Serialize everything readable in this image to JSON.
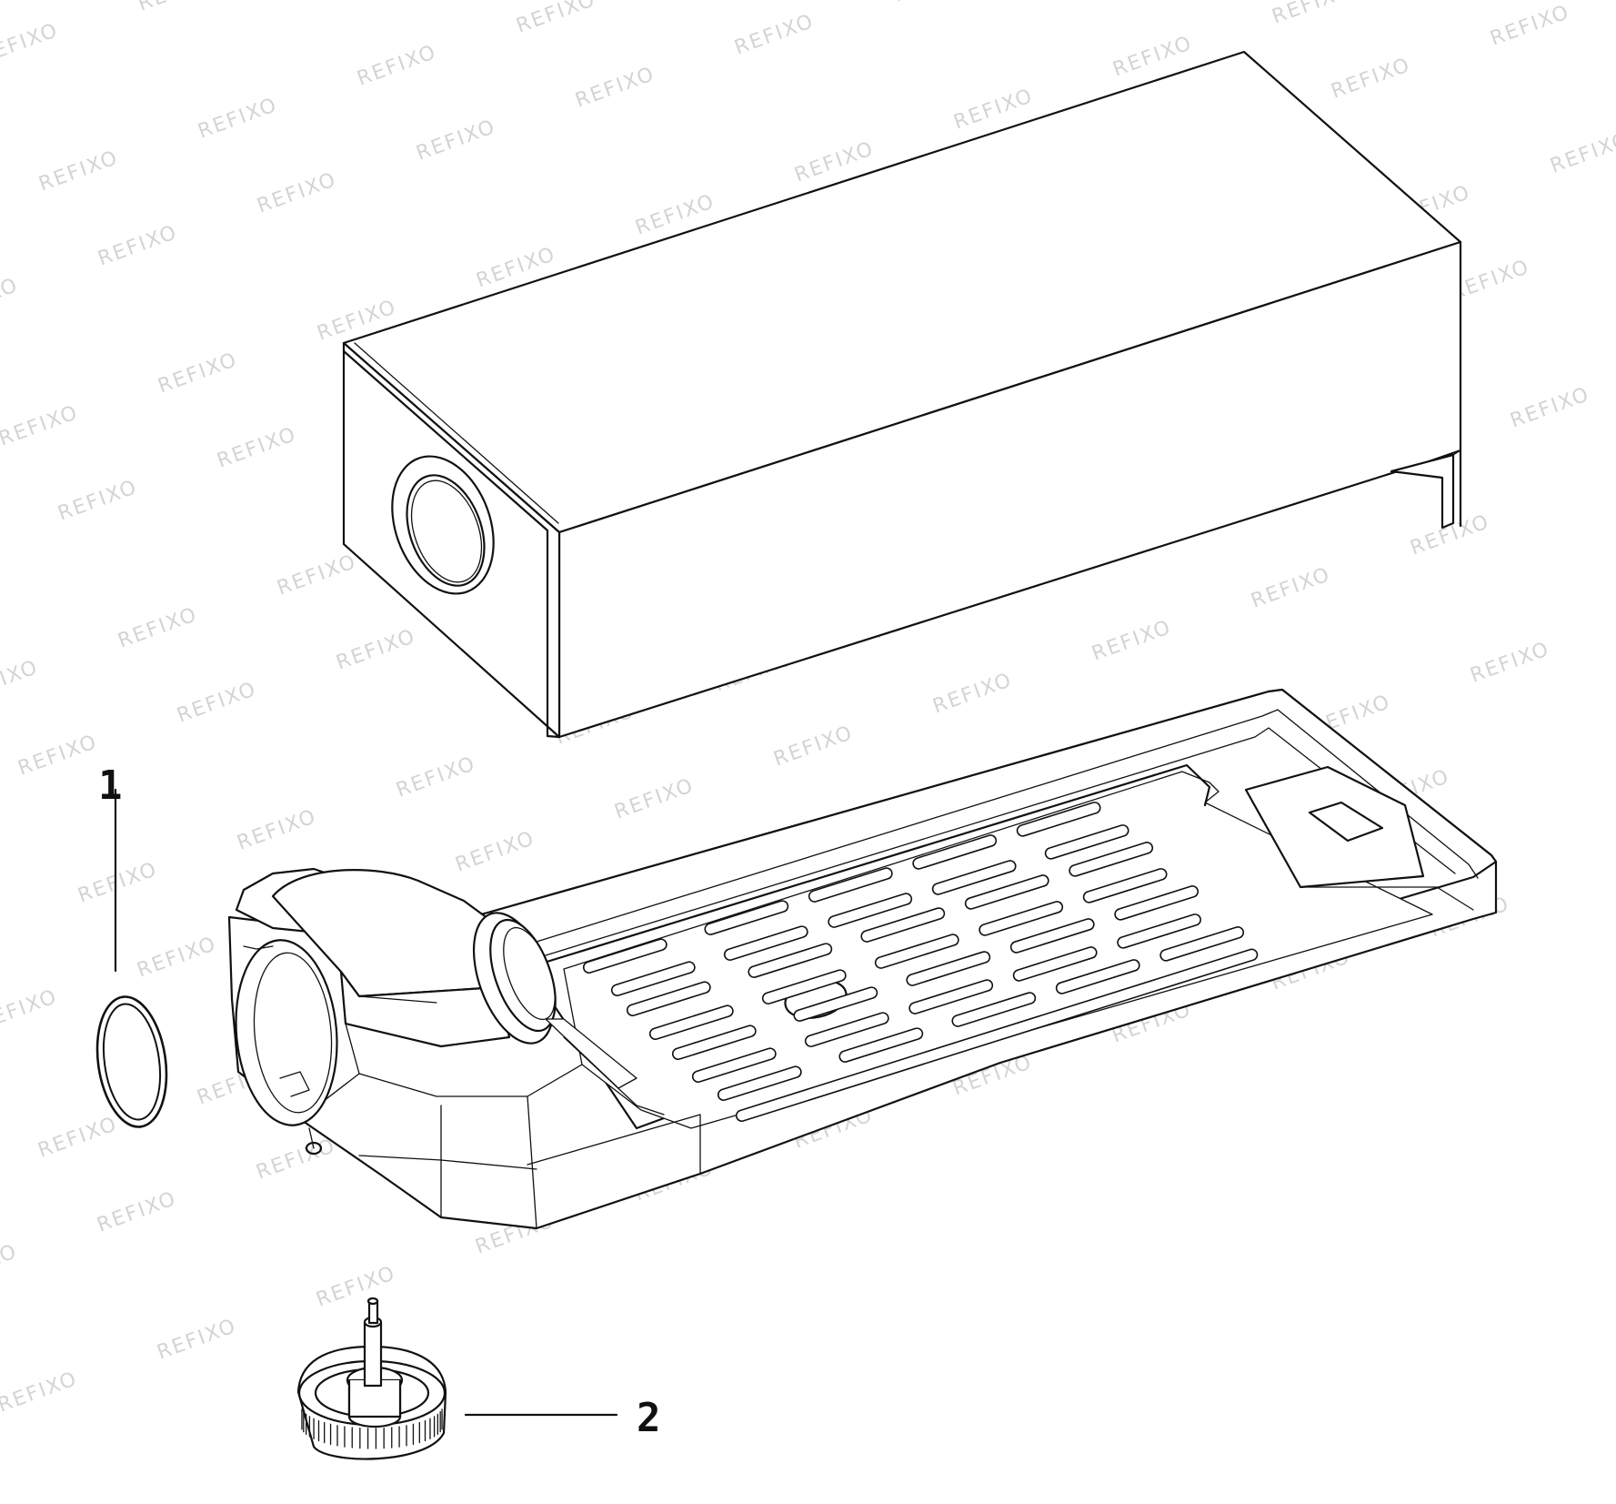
{
  "watermark": {
    "text": "REFIXO",
    "partial_text": "REFI",
    "color": "#d4d4d4"
  },
  "parts": [
    {
      "id": "part-1",
      "callout": "1",
      "description": "o-ring"
    },
    {
      "id": "part-2",
      "callout": "2",
      "description": "adjustable foot"
    }
  ],
  "components": [
    {
      "id": "water-tank-box",
      "description": "rectangular water tank with round port"
    },
    {
      "id": "drip-tray",
      "description": "drip tray base with slotted grille and round valve housing"
    }
  ],
  "colors": {
    "line": "#111111",
    "background": "#ffffff"
  }
}
